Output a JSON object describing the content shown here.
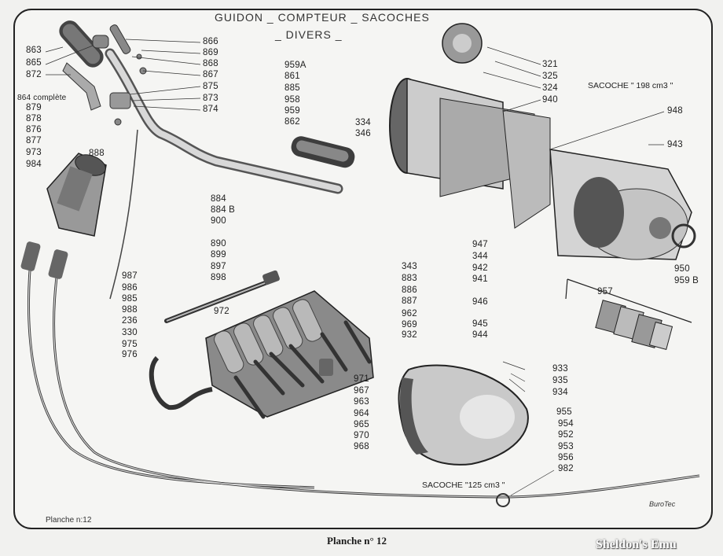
{
  "header": {
    "title_line1": "GUIDON _ COMPTEUR _ SACOCHES",
    "title_line2": "_ DIVERS _"
  },
  "footer": {
    "planche_small": "Planche n:12",
    "caption": "Planche n° 12",
    "watermark": "Sheldon's Emu",
    "logo": "BuroTec"
  },
  "annotations": {
    "sacoche_198": "SACOCHE \" 198 cm3 \"",
    "sacoche_125": "SACOCHE \"125 cm3 \""
  },
  "labels": {
    "l863": "863",
    "l865": "865",
    "l872": "872",
    "l864": "864 complète",
    "l879": "879",
    "l878": "878",
    "l876": "876",
    "l877": "877",
    "l973": "973",
    "l984": "984",
    "l888": "888",
    "l866": "866",
    "l869": "869",
    "l868": "868",
    "l867": "867",
    "l875": "875",
    "l873": "873",
    "l874": "874",
    "l959A": "959A",
    "l861": "861",
    "l885": "885",
    "l958": "958",
    "l959": "959",
    "l862": "862",
    "l334": "334",
    "l346": "346",
    "l321": "321",
    "l325": "325",
    "l324": "324",
    "l940": "940",
    "l948": "948",
    "l943": "943",
    "l884": "884",
    "l884B": "884 B",
    "l900": "900",
    "l890": "890",
    "l899": "899",
    "l897": "897",
    "l898": "898",
    "l987": "987",
    "l986": "986",
    "l985": "985",
    "l988": "988",
    "l236": "236",
    "l330": "330",
    "l975": "975",
    "l976": "976",
    "l972": "972",
    "l343": "343",
    "l883": "883",
    "l886": "886",
    "l887": "887",
    "l947": "947",
    "l344": "344",
    "l942": "942",
    "l941": "941",
    "l950": "950",
    "l959B": "959 B",
    "l957": "957",
    "l946": "946",
    "l945": "945",
    "l944": "944",
    "l962": "962",
    "l969": "969",
    "l932": "932",
    "l971": "971",
    "l967": "967",
    "l963": "963",
    "l964": "964",
    "l965": "965",
    "l970": "970",
    "l968": "968",
    "l933": "933",
    "l935": "935",
    "l934": "934",
    "l955": "955",
    "l954": "954",
    "l952": "952",
    "l953": "953",
    "l956": "956",
    "l982": "982"
  }
}
